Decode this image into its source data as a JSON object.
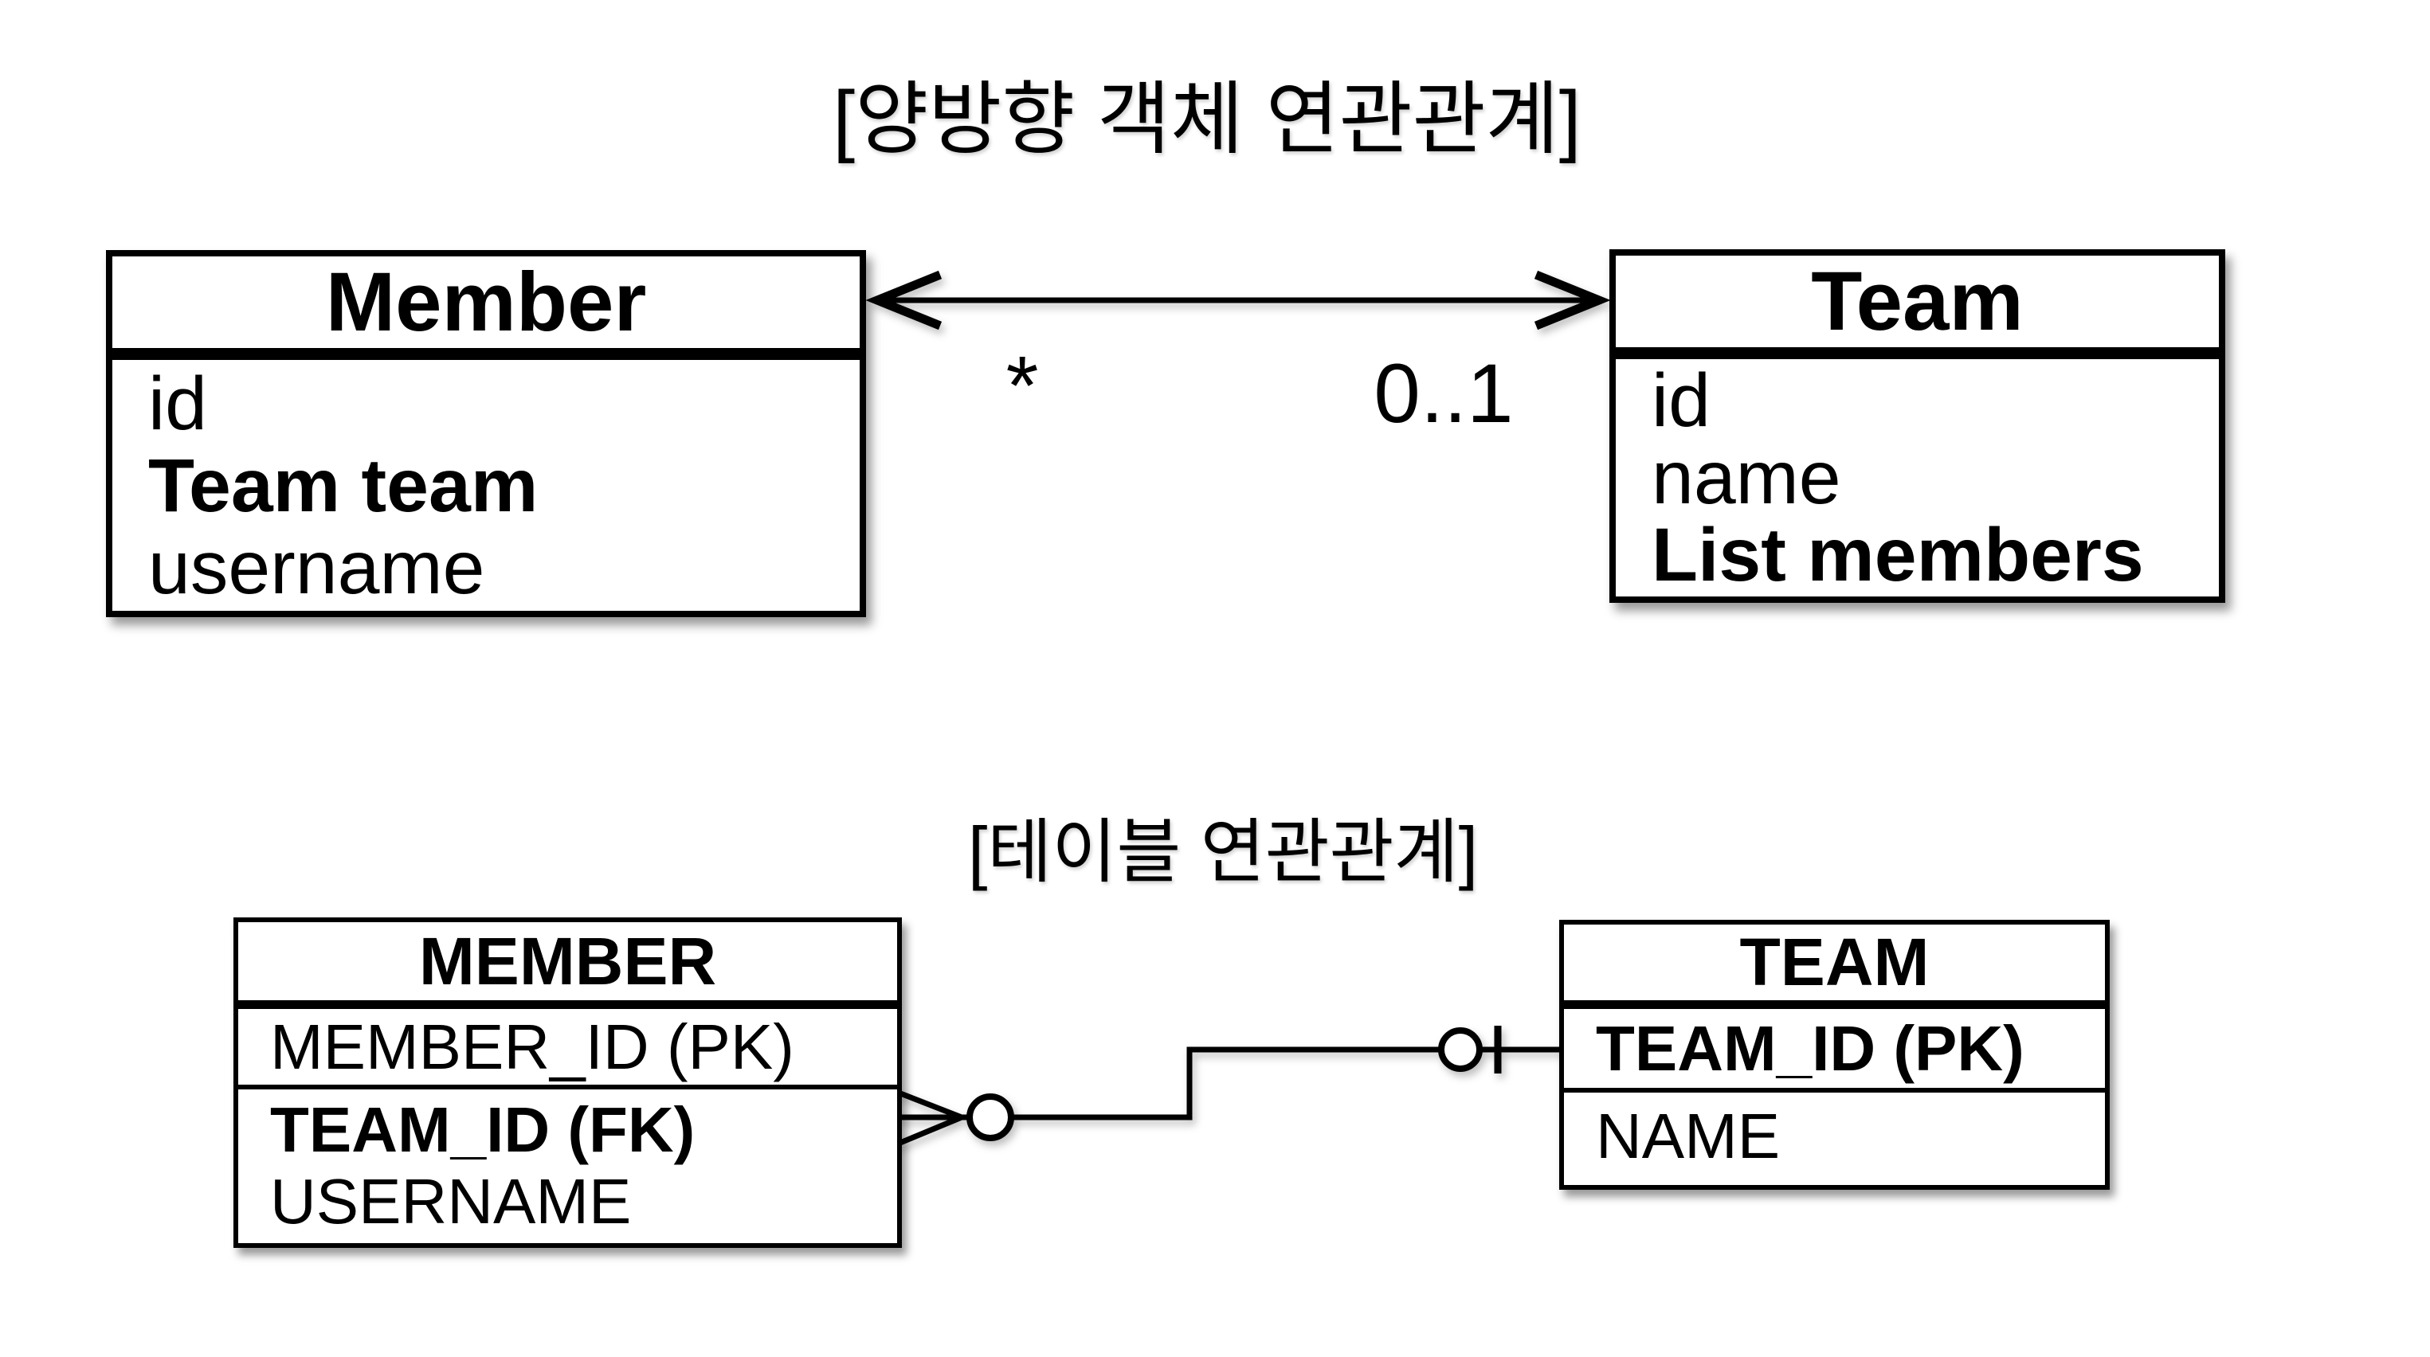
{
  "object_diagram": {
    "title": "[양방향 객체 연관관계]",
    "member_class": {
      "name": "Member",
      "fields": [
        "id",
        "Team team",
        "username"
      ]
    },
    "team_class": {
      "name": "Team",
      "fields": [
        "id",
        "name",
        "List members"
      ]
    },
    "multiplicity": {
      "member_side": "*",
      "team_side": "0..1"
    }
  },
  "table_diagram": {
    "title": "[테이블 연관관계]",
    "member_table": {
      "name": "MEMBER",
      "rows": [
        "MEMBER_ID (PK)",
        "TEAM_ID (FK)",
        "USERNAME"
      ]
    },
    "team_table": {
      "name": "TEAM",
      "rows": [
        "TEAM_ID (PK)",
        "NAME"
      ]
    }
  },
  "colors": {
    "ink": "#000000",
    "background": "#ffffff"
  }
}
